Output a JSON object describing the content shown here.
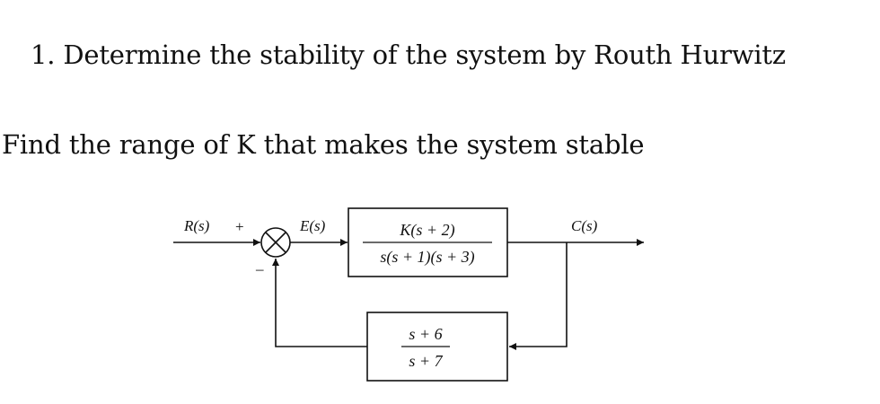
{
  "question": {
    "number": "1.",
    "title": "Determine the stability of the system by Routh Hurwitz",
    "subtitle": "Find the range of K that makes the system stable"
  },
  "diagram": {
    "input_label": "R(s)",
    "plus_sign": "+",
    "minus_sign": "–",
    "error_label": "E(s)",
    "forward_block": {
      "numerator": "K(s + 2)",
      "denominator": "s(s + 1)(s + 3)"
    },
    "feedback_block": {
      "numerator": "s + 6",
      "denominator": "s + 7"
    },
    "output_label": "C(s)"
  }
}
